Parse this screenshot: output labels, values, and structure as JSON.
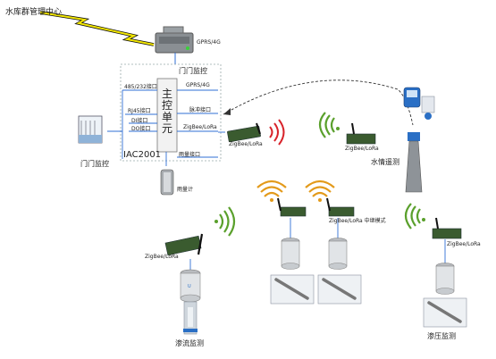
{
  "diagram": {
    "center_title": "水库群管理中心",
    "gateway_label": "GPRS/4G",
    "gate_monitor_top": "门门监控",
    "gate_monitor_left": "门门监控",
    "unit_ports_left": [
      "485/232接口",
      "RJ45接口",
      "DI接口",
      "DO接口"
    ],
    "unit_ports_right": [
      "GPRS/4G",
      "脉冲接口",
      "ZigBee/LoRa"
    ],
    "main_unit_label": "主控单元",
    "rain_port": "雨量接口",
    "model": "IAC2001",
    "rain_gauge": "雨量计",
    "zigbee_lora": "ZigBee/LoRa",
    "water_level": "水情遥测",
    "relay_label": "ZigBee/LoRa 中继模式",
    "seepage_flow": "渗流监测",
    "seepage_pressure": "渗压监测"
  },
  "colors": {
    "wifi_green": "#5aa02c",
    "wifi_orange": "#e39a1a",
    "wifi_red": "#d8232a",
    "lightning": "#f2e600",
    "line_blue": "#2f6fd6"
  }
}
